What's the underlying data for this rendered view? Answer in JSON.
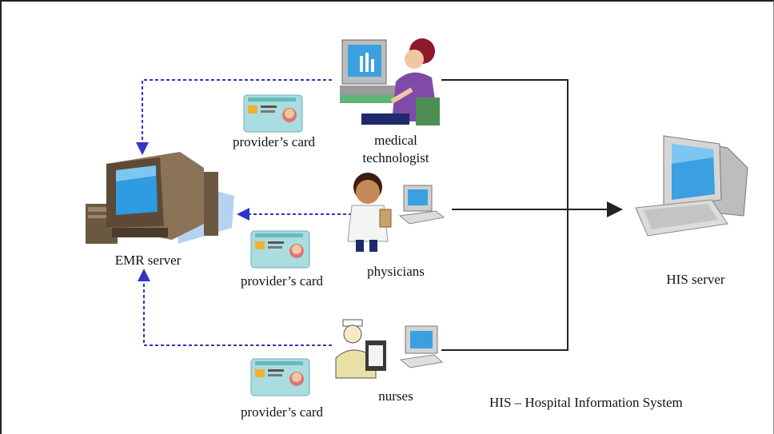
{
  "diagram": {
    "emr_label": "EMR server",
    "his_label": "HIS server",
    "legend": "HIS – Hospital Information System",
    "roles": [
      {
        "line1": "medical",
        "line2": "technologist",
        "card_label": "provider’s card"
      },
      {
        "line1": "physicians",
        "card_label": "provider’s card"
      },
      {
        "line1": "nurses",
        "card_label": "provider’s card"
      }
    ]
  },
  "colors": {
    "dashed_link": "#3333cc",
    "solid_link": "#222222",
    "monitor_screen": "#3aa0e0",
    "card_body": "#a9dde0"
  },
  "icons": [
    "emr-server-computer",
    "his-server-computer",
    "medical-technologist-figure",
    "physician-figure",
    "nurse-figure",
    "provider-card-icon"
  ]
}
